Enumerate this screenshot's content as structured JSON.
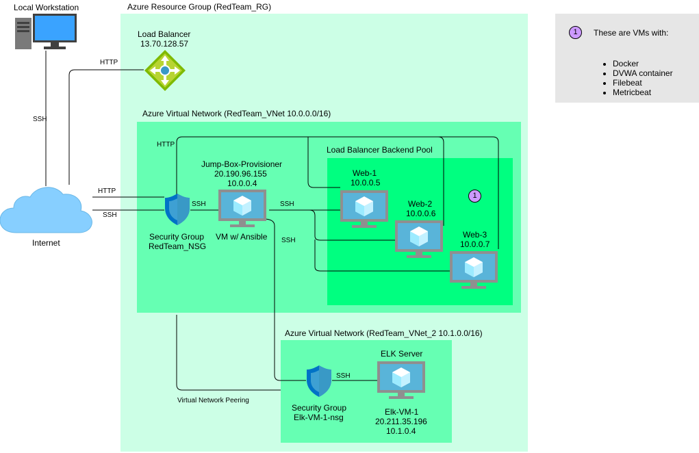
{
  "colors": {
    "resource_group": "#ccffe6",
    "vnet": "#66ffb3",
    "backend_pool": "#00ff80",
    "vnet2": "#66ffb3",
    "legend_bg": "#e6e6e6",
    "badge": "#cc99ff",
    "monitor": "#8f8f8f",
    "screen": "#59b4d9",
    "cube": "#ffffff",
    "shield": "#0072c6",
    "lb_icon": "#7fba00",
    "cloud": "#87cfff"
  },
  "labels": {
    "local_workstation": "Local Workstation",
    "internet": "Internet",
    "resource_group": "Azure Resource Group (RedTeam_RG)",
    "load_balancer": "Load Balancer",
    "load_balancer_ip": "13.70.128.57",
    "vnet": "Azure Virtual Network (RedTeam_VNet 10.0.0.0/16)",
    "backend_pool": "Load Balancer Backend Pool",
    "jumpbox_name": "Jump-Box-Provisioner",
    "jumpbox_ip1": "20.190.96.155",
    "jumpbox_ip2": "10.0.0.4",
    "jumpbox_desc": "VM w/ Ansible",
    "nsg_line1": "Security Group",
    "nsg_line2": "RedTeam_NSG",
    "web1_name": "Web-1",
    "web1_ip": "10.0.0.5",
    "web2_name": "Web-2",
    "web2_ip": "10.0.0.6",
    "web3_name": "Web-3",
    "web3_ip": "10.0.0.7",
    "badge": "1",
    "vnet2": "Azure Virtual Network (RedTeam_VNet_2 10.1.0.0/16)",
    "elk_title": "ELK Server",
    "elk_name": "Elk-VM-1",
    "elk_ip1": "20.211.35.196",
    "elk_ip2": "10.1.0.4",
    "elk_nsg_line1": "Security Group",
    "elk_nsg_line2": "Elk-VM-1-nsg",
    "peering": "Virtual Network Peering"
  },
  "edges": {
    "ssh_workstation": "SSH",
    "http_lb": "HTTP",
    "http_internet": "HTTP",
    "ssh_internet": "SSH",
    "http_vnet": "HTTP",
    "ssh_nsg_jump": "SSH",
    "ssh_jump_web": "SSH",
    "ssh_jump_down": "SSH",
    "ssh_elk": "SSH"
  },
  "legend": {
    "badge": "1",
    "title": "These are VMs with:",
    "items": [
      "Docker",
      "DVWA container",
      "Filebeat",
      "Metricbeat"
    ]
  }
}
